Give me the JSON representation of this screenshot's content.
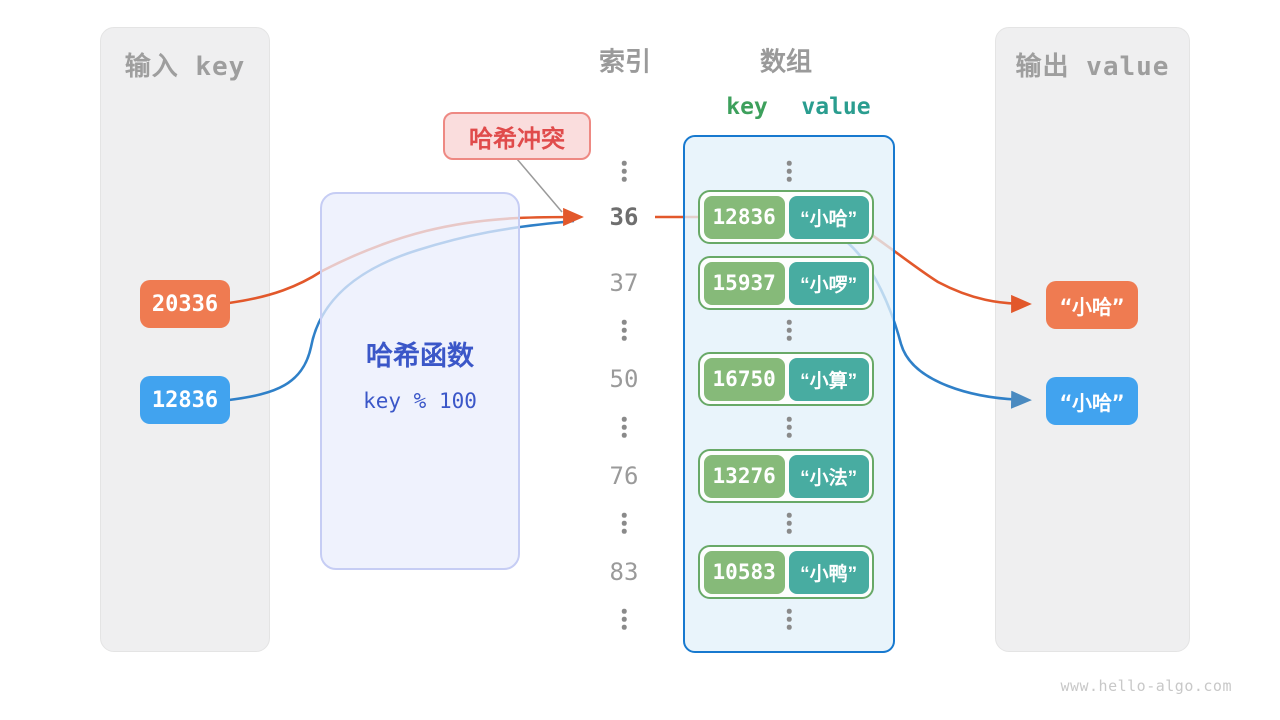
{
  "input_panel": {
    "title": "输入 key"
  },
  "output_panel": {
    "title": "输出 value"
  },
  "input_keys": [
    {
      "label": "20336",
      "color": "orange"
    },
    {
      "label": "12836",
      "color": "blue"
    }
  ],
  "output_values": [
    {
      "label": "“小哈”",
      "color": "orange"
    },
    {
      "label": "“小哈”",
      "color": "blue"
    }
  ],
  "hash_function": {
    "title": "哈希函数",
    "formula": "key % 100"
  },
  "collision_badge": {
    "label": "哈希冲突"
  },
  "index_column": {
    "title": "索引",
    "items": [
      {
        "type": "dots"
      },
      {
        "type": "value",
        "label": "36",
        "highlight": true
      },
      {
        "type": "value",
        "label": "37"
      },
      {
        "type": "dots"
      },
      {
        "type": "value",
        "label": "50"
      },
      {
        "type": "dots"
      },
      {
        "type": "value",
        "label": "76"
      },
      {
        "type": "dots"
      },
      {
        "type": "value",
        "label": "83"
      },
      {
        "type": "dots"
      }
    ]
  },
  "array_panel": {
    "title": "数组",
    "key_header": "key",
    "value_header": "value",
    "rows": [
      {
        "type": "dots"
      },
      {
        "type": "pair",
        "key": "12836",
        "value": "“小哈”"
      },
      {
        "type": "pair",
        "key": "15937",
        "value": "“小啰”"
      },
      {
        "type": "dots"
      },
      {
        "type": "pair",
        "key": "16750",
        "value": "“小算”"
      },
      {
        "type": "dots"
      },
      {
        "type": "pair",
        "key": "13276",
        "value": "“小法”"
      },
      {
        "type": "dots"
      },
      {
        "type": "pair",
        "key": "10583",
        "value": "“小鸭”"
      },
      {
        "type": "dots"
      }
    ]
  },
  "watermark": "www.hello-algo.com",
  "colors": {
    "orange_box": "#ef7b51",
    "blue_box": "#41a3ef",
    "orange_line": "#e2582b",
    "blue_line": "#2f80c8",
    "blue_arrow": "#4a8ac0",
    "key_green": "#86ba79",
    "value_teal": "#48aca1",
    "container_border": "#1779cf",
    "hash_blue": "#3b57c8",
    "collision_red": "#e04b4b",
    "key_header_green": "#3da05c",
    "value_header_teal": "#2a9d8f"
  }
}
